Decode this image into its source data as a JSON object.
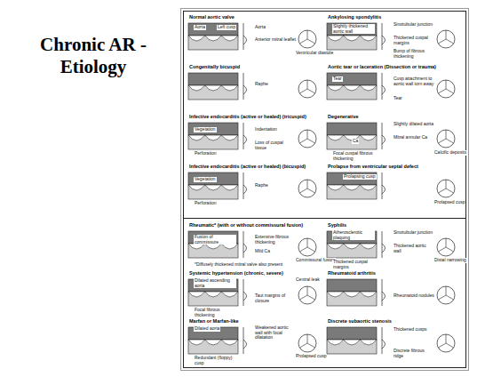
{
  "diagram": {
    "title": "Chronic AR - Etiology",
    "labels": [
      "Normal aortic valve",
      "Aorta",
      "Left cusp",
      "Aorta",
      "Anterior mitral leaflet",
      "Ventricular diastole",
      "Ankylosing spondylitis",
      "Slightly thickened aortic wall",
      "Sinotubular junction",
      "Thickened cuspal margins",
      "Bump of fibrous thickening",
      "Congenitally bicuspid",
      "Raphe",
      "Aortic tear or laceration (Dissection or trauma)",
      "Tear",
      "Cusp attachment to aortic wall torn away",
      "Tear",
      "Infective endocarditis (active or healed) (tricuspid)",
      "Vegetation",
      "Indentation",
      "Perforation",
      "Loss of cuspal tissue",
      "Degenerative",
      "Slightly dilated aorta",
      "Mitral annular Ca",
      "Ca",
      "Focal cuspal fibrous thickening",
      "Calcific deposits",
      "Infective endocarditis (active or healed) (bicuspid)",
      "Vegetation",
      "Raphe",
      "Perforation",
      "Prolapse from ventricular septal defect",
      "Prolapsing cusp",
      "Prolapsed cusp",
      "Rheumatic* (with or without commissural fusion)",
      "Fusion of commissure",
      "Extensive fibrous thickening",
      "Mild Ca",
      "Commissural fusion",
      "*Diffusely thickened mitral valve also present",
      "Syphilis",
      "Atherosclerotic plaquing",
      "Sinotubular junction",
      "Thickened aortic wall",
      "Thickened cuspal margins",
      "Distal narrowing",
      "Systemic hypertension (chronic, severe)",
      "Dilated ascending aorta",
      "Central leak",
      "Taut margins of closure",
      "Focal fibrous thickening",
      "Rheumatoid arthritis",
      "Rheumatoid nodules",
      "Marfan or Marfan-like",
      "Dilated aorta",
      "Weakened aortic wall with focal dilatation",
      "Redundant (floppy) cusp",
      "Prolapsed cusp",
      "Discrete subaortic stenosis",
      "Thickened cusps",
      "Discrete fibrous ridge"
    ]
  }
}
